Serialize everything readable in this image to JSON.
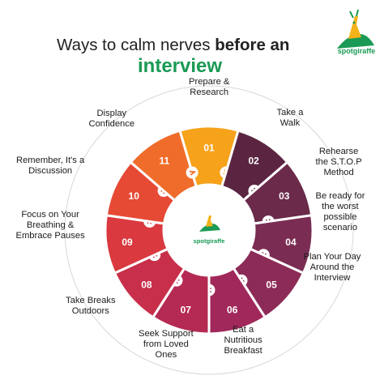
{
  "title": {
    "line1_regular": "Ways to calm nerves ",
    "line1_bold": "before an",
    "line2": "interview"
  },
  "brand": {
    "name": "spotgiraffe"
  },
  "colors": {
    "title_green": "#1a9a54",
    "center_text": "#1a9a54"
  },
  "steps": [
    {
      "number": "01",
      "label": "Prepare &\nResearch",
      "color": "#f7a21b",
      "icon": "chevron-icon"
    },
    {
      "number": "02",
      "label": "Take a\nWalk",
      "color": "#5b2542",
      "icon": "chevron-icon"
    },
    {
      "number": "03",
      "label": "Rehearse\nthe S.T.O.P\nMethod",
      "color": "#6b2a4a",
      "icon": "chevron-icon"
    },
    {
      "number": "04",
      "label": "Be ready for\nthe worst\npossible\nscenario",
      "color": "#7a2c52",
      "icon": "chevron-icon"
    },
    {
      "number": "05",
      "label": "Plan Your Day\nAround the\nInterview",
      "color": "#8c2b57",
      "icon": "chevron-icon"
    },
    {
      "number": "06",
      "label": "Eat a\nNutritious\nBreakfast",
      "color": "#a0285a",
      "icon": "chevron-icon"
    },
    {
      "number": "07",
      "label": "Seek Support\nfrom Loved\nOnes",
      "color": "#b52a52",
      "icon": "chevron-icon"
    },
    {
      "number": "08",
      "label": "Take Breaks\nOutdoors",
      "color": "#c82f4a",
      "icon": "chevron-icon"
    },
    {
      "number": "09",
      "label": "Focus on Your\nBreathing &\nEmbrace Pauses",
      "color": "#d9393f",
      "icon": "chevron-icon"
    },
    {
      "number": "10",
      "label": "Remember, It's a\nDiscussion",
      "color": "#e64a35",
      "icon": "chevron-icon"
    },
    {
      "number": "11",
      "label": "Display\nConfidence",
      "color": "#f06c2b",
      "icon": "chevron-icon"
    }
  ]
}
